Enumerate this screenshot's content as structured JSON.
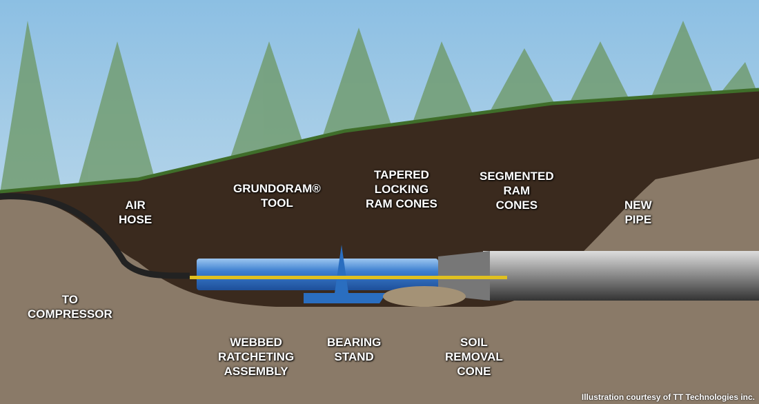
{
  "labels": {
    "air_hose": [
      "AIR",
      "HOSE"
    ],
    "grundoram_tool": [
      "GRUNDORAM®",
      "TOOL"
    ],
    "tapered_cones": [
      "TAPERED",
      "LOCKING",
      "RAM CONES"
    ],
    "segmented_cones": [
      "SEGMENTED",
      "RAM",
      "CONES"
    ],
    "new_pipe": [
      "NEW",
      "PIPE"
    ],
    "to_compressor": [
      "TO",
      "COMPRESSOR"
    ],
    "webbed_assembly": [
      "WEBBED",
      "RATCHETING",
      "ASSEMBLY"
    ],
    "bearing_stand": [
      "BEARING",
      "STAND"
    ],
    "soil_cone": [
      "SOIL",
      "REMOVAL",
      "CONE"
    ]
  },
  "credit": "Illustration courtesy of TT Technologies inc.",
  "colors": {
    "sky": "#a9cde6",
    "soil_dark": "#3a2a1e",
    "soil_light": "#8a7a68",
    "tool": "#3d7fd0",
    "pipe": "#9a9a9a",
    "rod": "#e0c020"
  }
}
